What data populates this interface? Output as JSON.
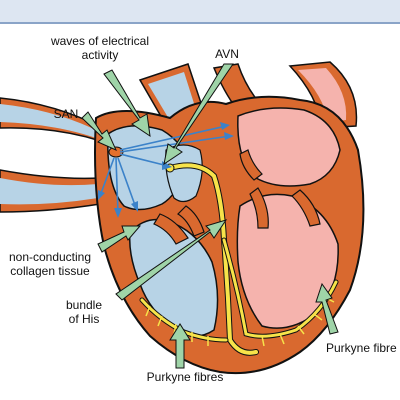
{
  "labels": {
    "waves_line1": "waves of electrical",
    "waves_line2": "activity",
    "avn": "AVN",
    "san": "SAN",
    "collagen_line1": "non-conducting",
    "collagen_line2": "collagen tissue",
    "bundle_line1": "bundle",
    "bundle_line2": "of His",
    "purkyne_bottom": "Purkyne fibres",
    "purkyne_right": "Purkyne fibre"
  },
  "colors": {
    "wall": "#d9692f",
    "right_side_blood": "#b7d3e6",
    "left_side_blood": "#f5b3ad",
    "conduction": "#f7e34a",
    "impulse_arrow": "#3b82c9",
    "label_arrow": "#9fd4a8",
    "node": "#e4702c"
  }
}
